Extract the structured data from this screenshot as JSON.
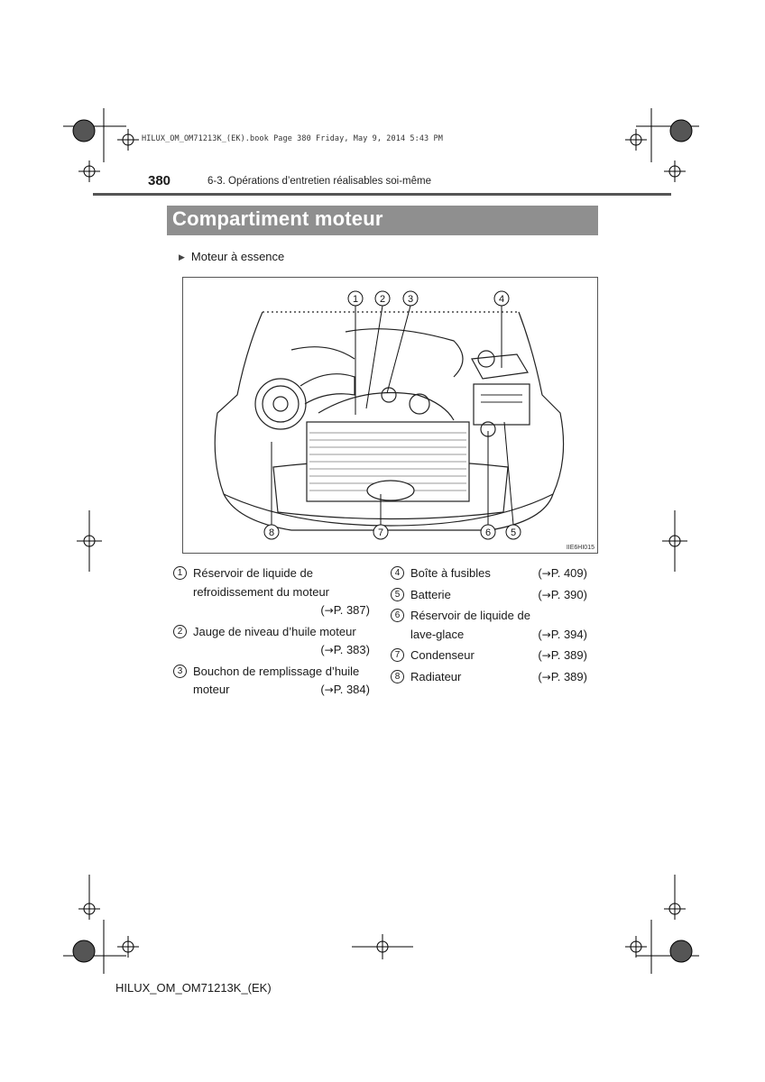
{
  "print_info": "HILUX_OM_OM71213K_(EK).book  Page 380  Friday, May 9, 2014  5:43 PM",
  "header": {
    "page_number": "380",
    "section": "6-3. Opérations d’entretien réalisables soi-même"
  },
  "title": "Compartiment moteur",
  "subheading": "Moteur à essence",
  "figure": {
    "code": "IIE6HI015",
    "callouts": [
      "1",
      "2",
      "3",
      "4",
      "5",
      "6",
      "7",
      "8"
    ]
  },
  "items_left": [
    {
      "num": "1",
      "lines": [
        "Réservoir de liquide de",
        "refroidissement du moteur"
      ],
      "ref": "P. 387"
    },
    {
      "num": "2",
      "lines": [
        "Jauge de niveau d’huile moteur"
      ],
      "ref": "P. 383"
    },
    {
      "num": "3",
      "lines": [
        "Bouchon de remplissage d’huile"
      ],
      "last": "moteur",
      "ref": "P. 384"
    }
  ],
  "items_right": [
    {
      "num": "4",
      "label": "Boîte à fusibles",
      "ref": "P. 409"
    },
    {
      "num": "5",
      "label": "Batterie",
      "ref": "P. 390"
    },
    {
      "num": "6",
      "lines": [
        "Réservoir de liquide de"
      ],
      "last": "lave-glace",
      "ref": "P. 394"
    },
    {
      "num": "7",
      "label": "Condenseur",
      "ref": "P. 389"
    },
    {
      "num": "8",
      "label": "Radiateur",
      "ref": "P. 389"
    }
  ],
  "arrow_symbol": "→",
  "footer": "HILUX_OM_OM71213K_(EK)"
}
